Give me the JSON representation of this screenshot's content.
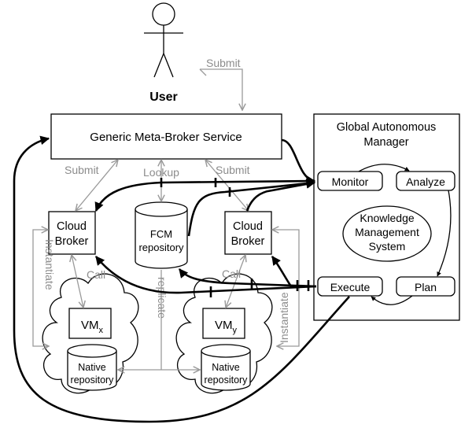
{
  "actor": {
    "name": "User"
  },
  "nodes": {
    "meta_broker": "Generic Meta-Broker Service",
    "gam_title_line1": "Global Autonomous",
    "gam_title_line2": "Manager",
    "monitor": "Monitor",
    "analyze": "Analyze",
    "plan": "Plan",
    "execute": "Execute",
    "kms_line1": "Knowledge",
    "kms_line2": "Management",
    "kms_line3": "System",
    "cloud_broker_left_line1": "Cloud",
    "cloud_broker_left_line2": "Broker",
    "cloud_broker_right_line1": "Cloud",
    "cloud_broker_right_line2": "Broker",
    "fcm_repo_line1": "FCM",
    "fcm_repo_line2": "repository",
    "vm_x_base": "VM",
    "vm_x_sub": "x",
    "vm_y_base": "VM",
    "vm_y_sub": "y",
    "native_left_line1": "Native",
    "native_left_line2": "repository",
    "native_right_line1": "Native",
    "native_right_line2": "repository"
  },
  "edge_labels": {
    "submit_user": "Submit",
    "submit_left": "Submit",
    "lookup": "Lookup",
    "submit_right": "Submit",
    "call_left": "Call",
    "call_right": "Call",
    "instantiate_left": "Instantiate",
    "instantiate_right": "Instantiate",
    "replicate": "replicate"
  },
  "colors": {
    "control_flow": "#000000",
    "data_flow": "#9a9a9a"
  }
}
